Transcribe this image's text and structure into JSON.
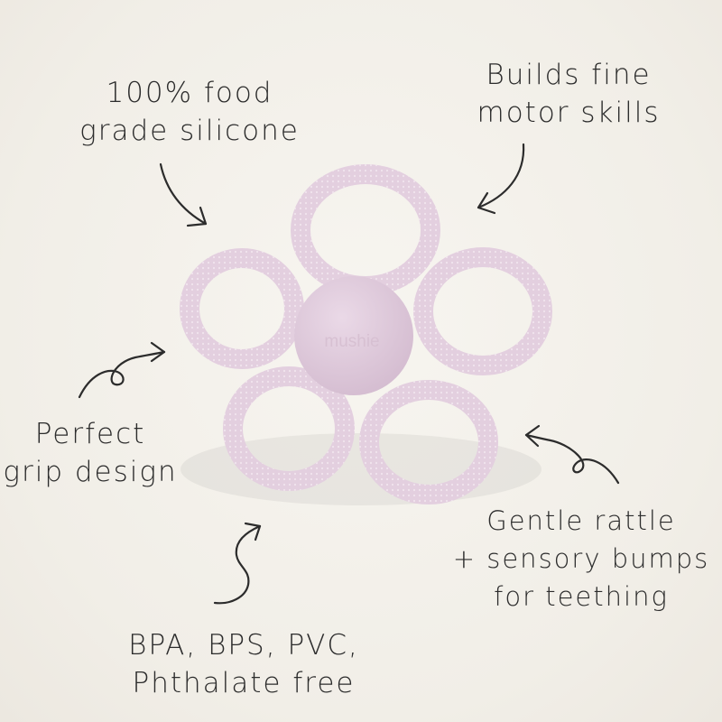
{
  "callouts": {
    "food_grade": {
      "line1": "100% food",
      "line2": "grade silicone"
    },
    "fine_motor": {
      "line1": "Builds fine",
      "line2": "motor skills"
    },
    "grip": {
      "line1": "Perfect",
      "line2": "grip design"
    },
    "rattle": {
      "line1": "Gentle rattle",
      "line2": "+ sensory bumps",
      "line3": "for teething"
    },
    "bpa_free": {
      "line1": "BPA, BPS, PVC,",
      "line2": "Phthalate free"
    }
  },
  "product": {
    "brand_mark": "mushie"
  },
  "colors": {
    "background": "#f1eee7",
    "teether": "#e6d2e2",
    "teether_shadow": "#cdb3c8",
    "ink": "#2c2c2c"
  },
  "icons": [
    "arrow-icon",
    "flower-teether-icon"
  ]
}
